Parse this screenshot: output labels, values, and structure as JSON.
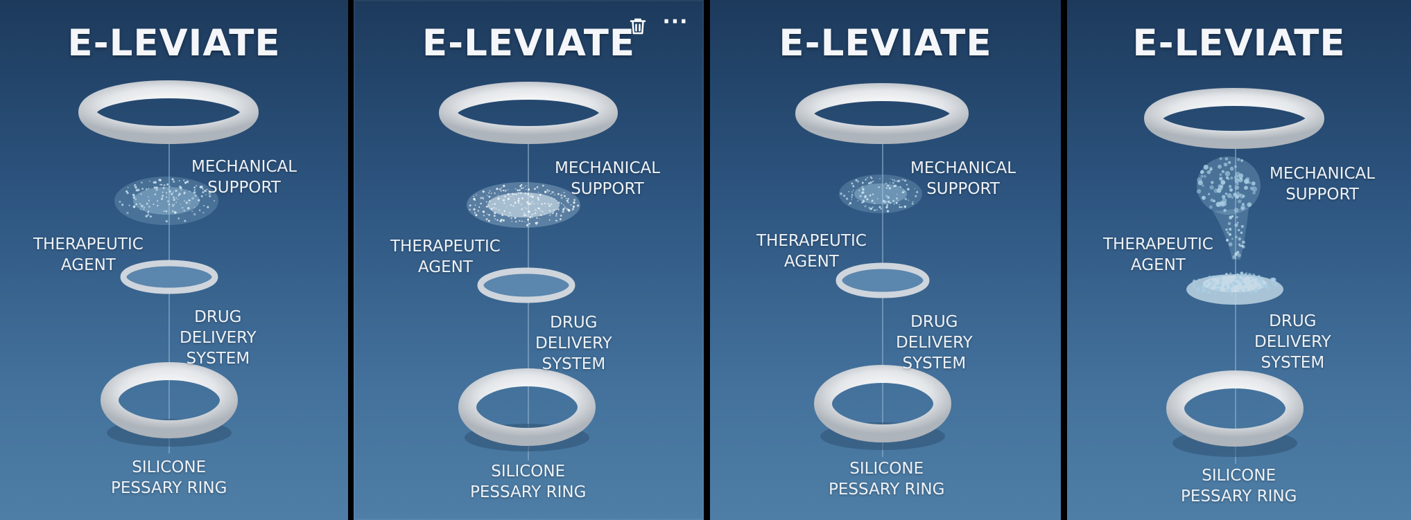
{
  "toolbar": {
    "delete_icon": "trash-icon",
    "more_icon": "ellipsis-icon",
    "more_glyph": "···"
  },
  "panels": [
    {
      "title": "E-LEVIATE",
      "mechanical": "MECHANICAL\nSUPPORT",
      "therapeutic": "THERAPEUTIC\nAGENT",
      "drug": "DRUG\nDELIVERY\nSYSTEM",
      "silicone": "SILICONE\nPESSARY RING"
    },
    {
      "title": "E-LEVIATE",
      "mechanical": "MECHANICAL\nSUPPORT",
      "therapeutic": "THERAPEUTIC\nAGENT",
      "drug": "DRUG\nDELIVERY\nSYSTEM",
      "silicone": "SILICONE\nPESSARY RING"
    },
    {
      "title": "E-LEVIATE",
      "mechanical": "MECHANICAL\nSUPPORT",
      "therapeutic": "THERAPEUTIC\nAGENT",
      "drug": "DRUG\nDELIVERY\nSYSTEM",
      "silicone": "SILICONE\nPESSARY RING"
    },
    {
      "title": "E-LEVIATE",
      "mechanical": "MECHANICAL\nSUPPORT",
      "therapeutic": "THERAPEUTIC\nAGENT",
      "drug": "DRUG\nDELIVERY\nSYSTEM",
      "silicone": "SILICONE\nPESSARY RING"
    }
  ]
}
